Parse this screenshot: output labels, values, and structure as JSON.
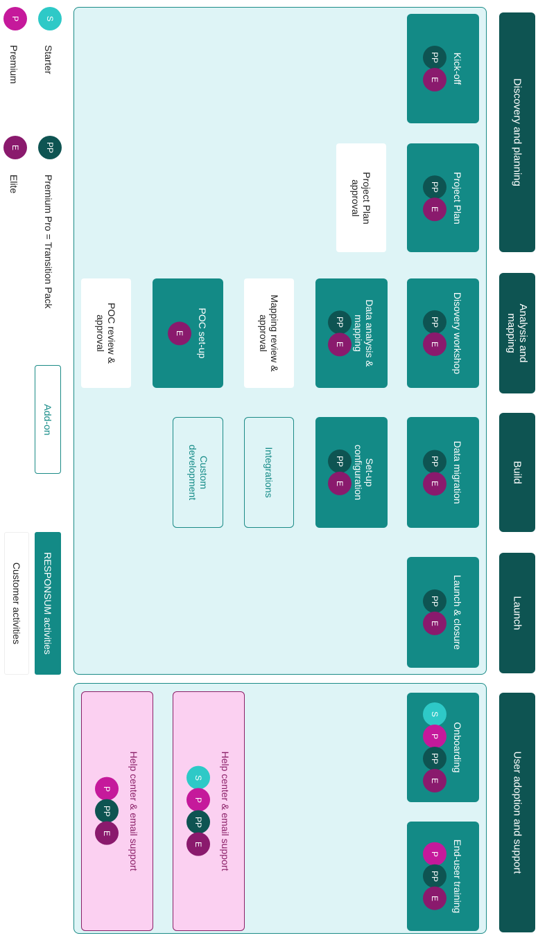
{
  "phases": {
    "discovery": "Discovery and planning",
    "analysis_line1": "Analysis and",
    "analysis_line2": "mapping",
    "build": "Build",
    "launch": "Launch",
    "user_adoption": "User adoption and support"
  },
  "activities": {
    "kickoff": "Kick-off",
    "project_plan": "Project Plan",
    "project_plan_approval_line1": "Project Plan",
    "project_plan_approval_line2": "approval",
    "discovery_workshop": "Disovery workshop",
    "data_analysis_line1": "Data analysis &",
    "data_analysis_line2": "mapping",
    "mapping_review_line1": "Mapping review &",
    "mapping_review_line2": "approval",
    "poc_setup": "POC set-up",
    "poc_review_line1": "POC review &",
    "poc_review_line2": "approval",
    "data_migration": "Data migration",
    "setup_config_line1": "Set-up",
    "setup_config_line2": "configuration",
    "integrations": "Integrations",
    "custom_dev_line1": "Custom",
    "custom_dev_line2": "development",
    "launch_closure": "Launch & closure",
    "onboarding": "Onboarding",
    "end_user_training": "End-user training",
    "help_center_1": "Help center & email support",
    "help_center_2": "Help center & email support"
  },
  "badges": {
    "S": "S",
    "P": "P",
    "PP": "PP",
    "E": "E"
  },
  "legend": {
    "starter": "Starter",
    "premium": "Premium",
    "premium_pro": "Premium Pro = Transition Pack",
    "elite": "Elite",
    "add_on": "Add-on",
    "responsum_activities": "RESPONSUM activities",
    "customer_activities": "Customer activities"
  },
  "colors": {
    "phase": "#0e5452",
    "activity": "#138a86",
    "panel": "#def4f6",
    "starter": "#2ec9c7",
    "premium": "#c5199b",
    "premium_pro": "#0e5452",
    "elite": "#8a1a6d",
    "help_bg": "#fbd0f1",
    "help_border": "#8a1f67"
  }
}
